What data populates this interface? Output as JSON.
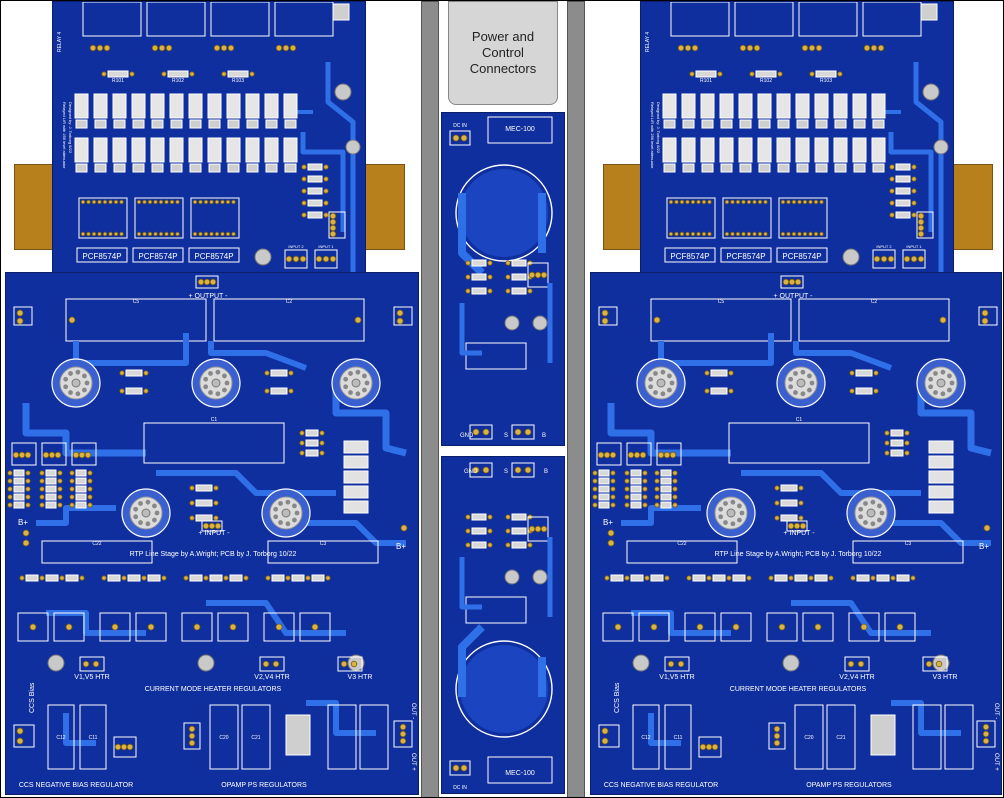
{
  "header_plate": {
    "label": "Power and\nControl\nConnectors"
  },
  "colors": {
    "board": "#0f2f9e",
    "trace": "#2f6fe8",
    "silk": "#ffffff",
    "pad": "#d9b445",
    "chassis": "#8c8c8c",
    "bracket": "#b7801c"
  },
  "attenuator_board": {
    "chips": [
      "PCF8574P",
      "PCF8574P",
      "PCF8574P"
    ],
    "connectors": [
      "INPUT 2",
      "INPUT 1"
    ],
    "side_text": [
      "Relayed L/R with 256 level attenuator",
      "Designed by: J. Torborg 8/22"
    ],
    "relay_refs": [
      "R101",
      "R102",
      "R103"
    ]
  },
  "line_stage_board": {
    "labels": {
      "output": "+ OUTPUT -",
      "input": "+ INPUT -",
      "credit": "RTP Line Stage by A.Wright; PCB by J. Torborg 10/22",
      "heater_section": "CURRENT MODE HEATER REGULATORS",
      "bias_section": "CCS NEGATIVE BIAS REGULATOR",
      "opamp_section": "OPAMP PS REGULATORS",
      "ccs_bias": "CCS Bias",
      "bplus_left": "B+",
      "bplus_right": "B+",
      "out_minus": "OUT -",
      "out_plus": "OUT +"
    },
    "heaters": [
      "V1,V5 HTR",
      "V2,V4 HTR",
      "V3 HTR"
    ],
    "caps": [
      "C5",
      "C2",
      "C1",
      "C22",
      "C3",
      "C12",
      "C11",
      "C20",
      "C21"
    ]
  },
  "power_board_top": {
    "labels": {
      "transformer": "MEC-100",
      "gnd": "GND",
      "s": "S",
      "b": "B",
      "dc_in": "DC IN"
    }
  },
  "power_board_bottom": {
    "labels": {
      "transformer": "MEC-100",
      "gnd": "GND",
      "s": "S",
      "b": "B",
      "dc_in": "DC IN"
    }
  }
}
